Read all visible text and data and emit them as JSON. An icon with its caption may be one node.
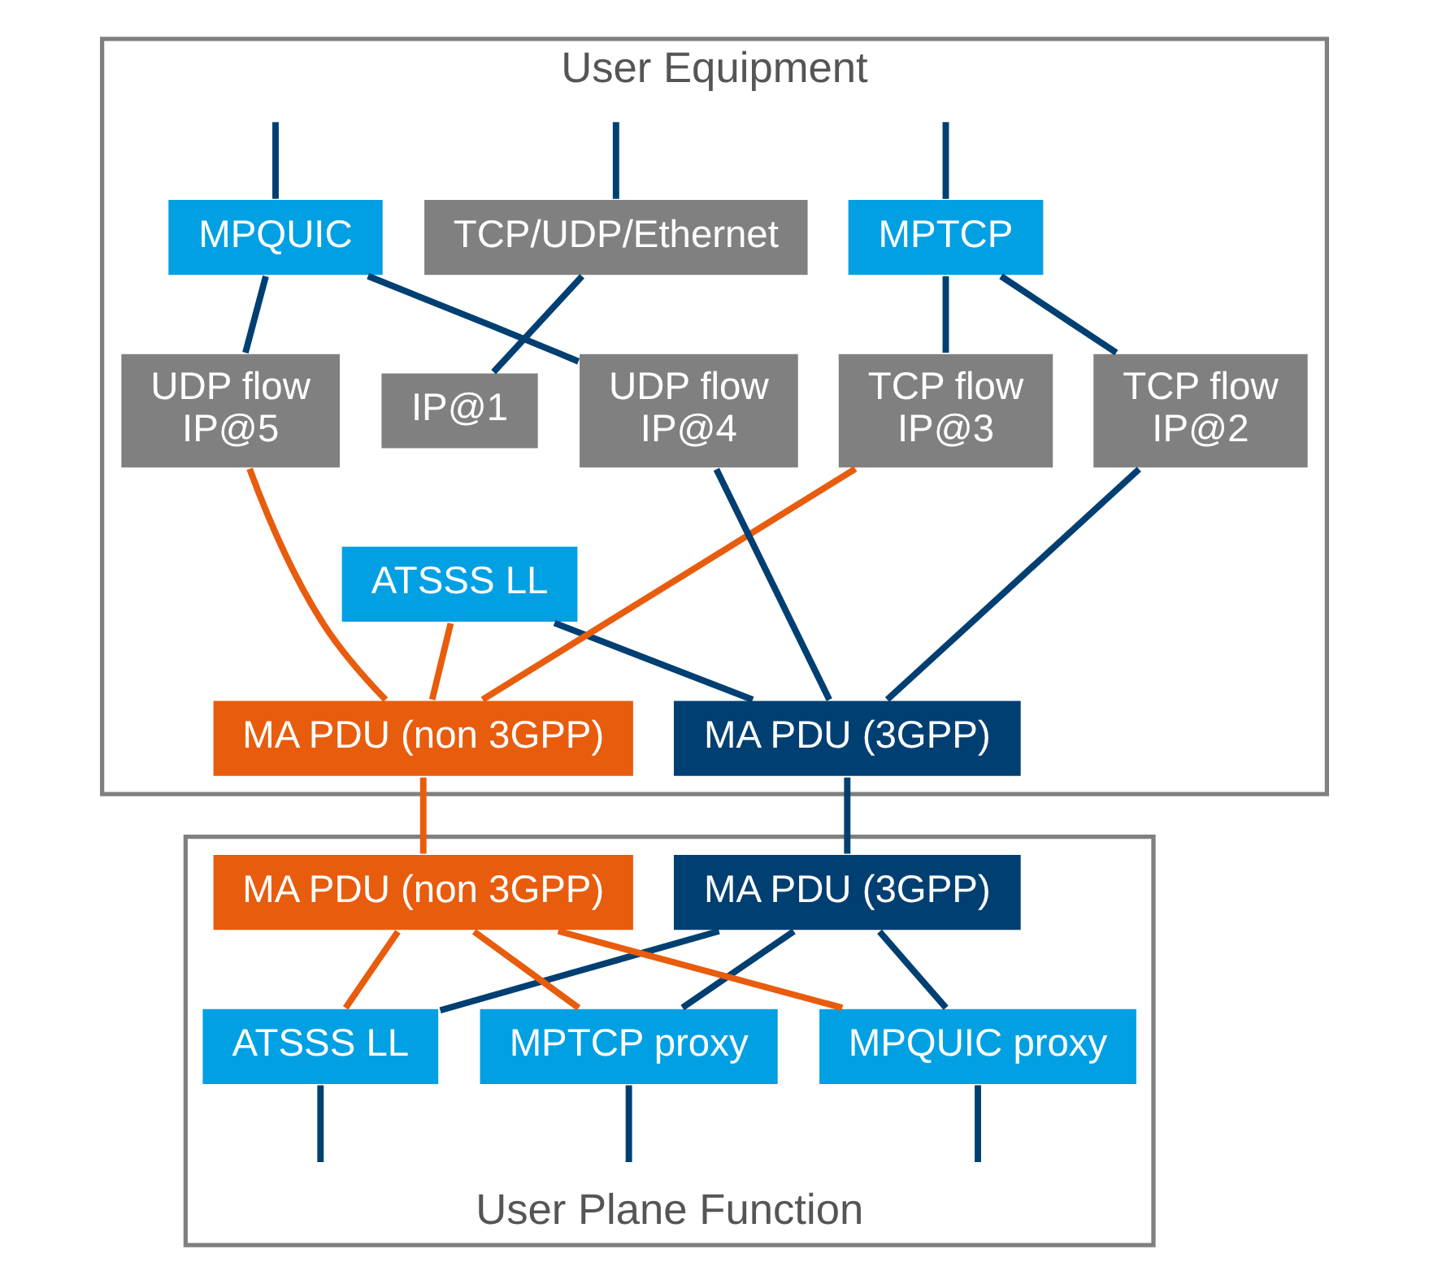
{
  "diagram": {
    "nodes": [
      {
        "text": [
          "User Equipment"
        ]
      },
      {
        "text": [
          "TCP/UDP/Ethernet"
        ],
        "in": 0
      },
      {
        "text": [
          "MPTCP"
        ],
        "in": 0
      },
      {
        "text": [
          "MPQUIC"
        ],
        "in": 0
      },
      {
        "text": [
          "IP@1"
        ],
        "in": 0
      },
      {
        "text": [
          "ATSSS LL"
        ],
        "in": 0
      },
      {
        "text": [
          "TCP flow",
          "IP@2"
        ],
        "in": 0
      },
      {
        "text": [
          "TCP flow",
          "IP@3"
        ],
        "in": 0
      },
      {
        "text": [
          "UDP flow",
          "IP@4"
        ],
        "in": 0
      },
      {
        "text": [
          "UDP flow",
          "IP@5"
        ],
        "in": 0
      },
      {
        "text": [
          "MA PDU (3GPP)"
        ],
        "in": 0
      },
      {
        "text": [
          "MA PDU (non 3GPP)"
        ],
        "in": 0
      },
      {
        "text": [
          "User Plane Function"
        ]
      },
      {
        "text": [
          "MA PDU (3GPP)"
        ],
        "in": 12
      },
      {
        "text": [
          "MA PDU (non 3GPP)"
        ],
        "in": 12
      },
      {
        "text": [
          "ATSSS LL"
        ],
        "in": 12
      },
      {
        "text": [
          "MPTCP proxy"
        ],
        "in": 12
      },
      {
        "text": [
          "MPQUIC proxy"
        ],
        "in": 12
      }
    ],
    "edges": [
      {
        "from": null,
        "to": 1,
        "arrow": "none"
      },
      {
        "from": null,
        "to": 2,
        "arrow": "none"
      },
      {
        "from": null,
        "to": 3,
        "arrow": "none"
      },
      {
        "from": 1,
        "to": 4,
        "arrow": "none"
      },
      {
        "from": 2,
        "to": 6,
        "arrow": "none"
      },
      {
        "from": 2,
        "to": 7,
        "arrow": "none"
      },
      {
        "from": 3,
        "to": 8,
        "arrow": "none"
      },
      {
        "from": 3,
        "to": 9,
        "arrow": "none"
      },
      {
        "from": 5,
        "to": 10,
        "arrow": "none"
      },
      {
        "from": 5,
        "to": 11,
        "arrow": "none",
        "color": "#e85c0d"
      },
      {
        "from": 6,
        "to": 10,
        "arrow": "none"
      },
      {
        "from": 7,
        "to": 11,
        "arrow": "none",
        "color": "#e85c0d"
      },
      {
        "from": 8,
        "to": 10,
        "arrow": "none"
      },
      {
        "from": 9,
        "to": 11,
        "arrow": "none",
        "color": "#e85c0d"
      },
      {
        "from": 10,
        "to": 13,
        "arrow": "none"
      },
      {
        "from": 11,
        "to": 14,
        "arrow": "none",
        "color": "#e85c0d"
      },
      {
        "from": 13,
        "to": 15,
        "arrow": "none"
      },
      {
        "from": 13,
        "to": 16,
        "arrow": "none"
      },
      {
        "from": 13,
        "to": 17,
        "arrow": "none"
      },
      {
        "from": 14,
        "to": 15,
        "arrow": "none",
        "color": "#e85c0d"
      },
      {
        "from": 14,
        "to": 16,
        "arrow": "none",
        "color": "#e85c0d"
      },
      {
        "from": 14,
        "to": 17,
        "arrow": "none",
        "color": "#e85c0d"
      },
      {
        "from": 15,
        "to": null,
        "arrow": "none"
      },
      {
        "from": 16,
        "to": null,
        "arrow": "none"
      },
      {
        "from": 17,
        "to": null,
        "arrow": "none"
      }
    ]
  }
}
